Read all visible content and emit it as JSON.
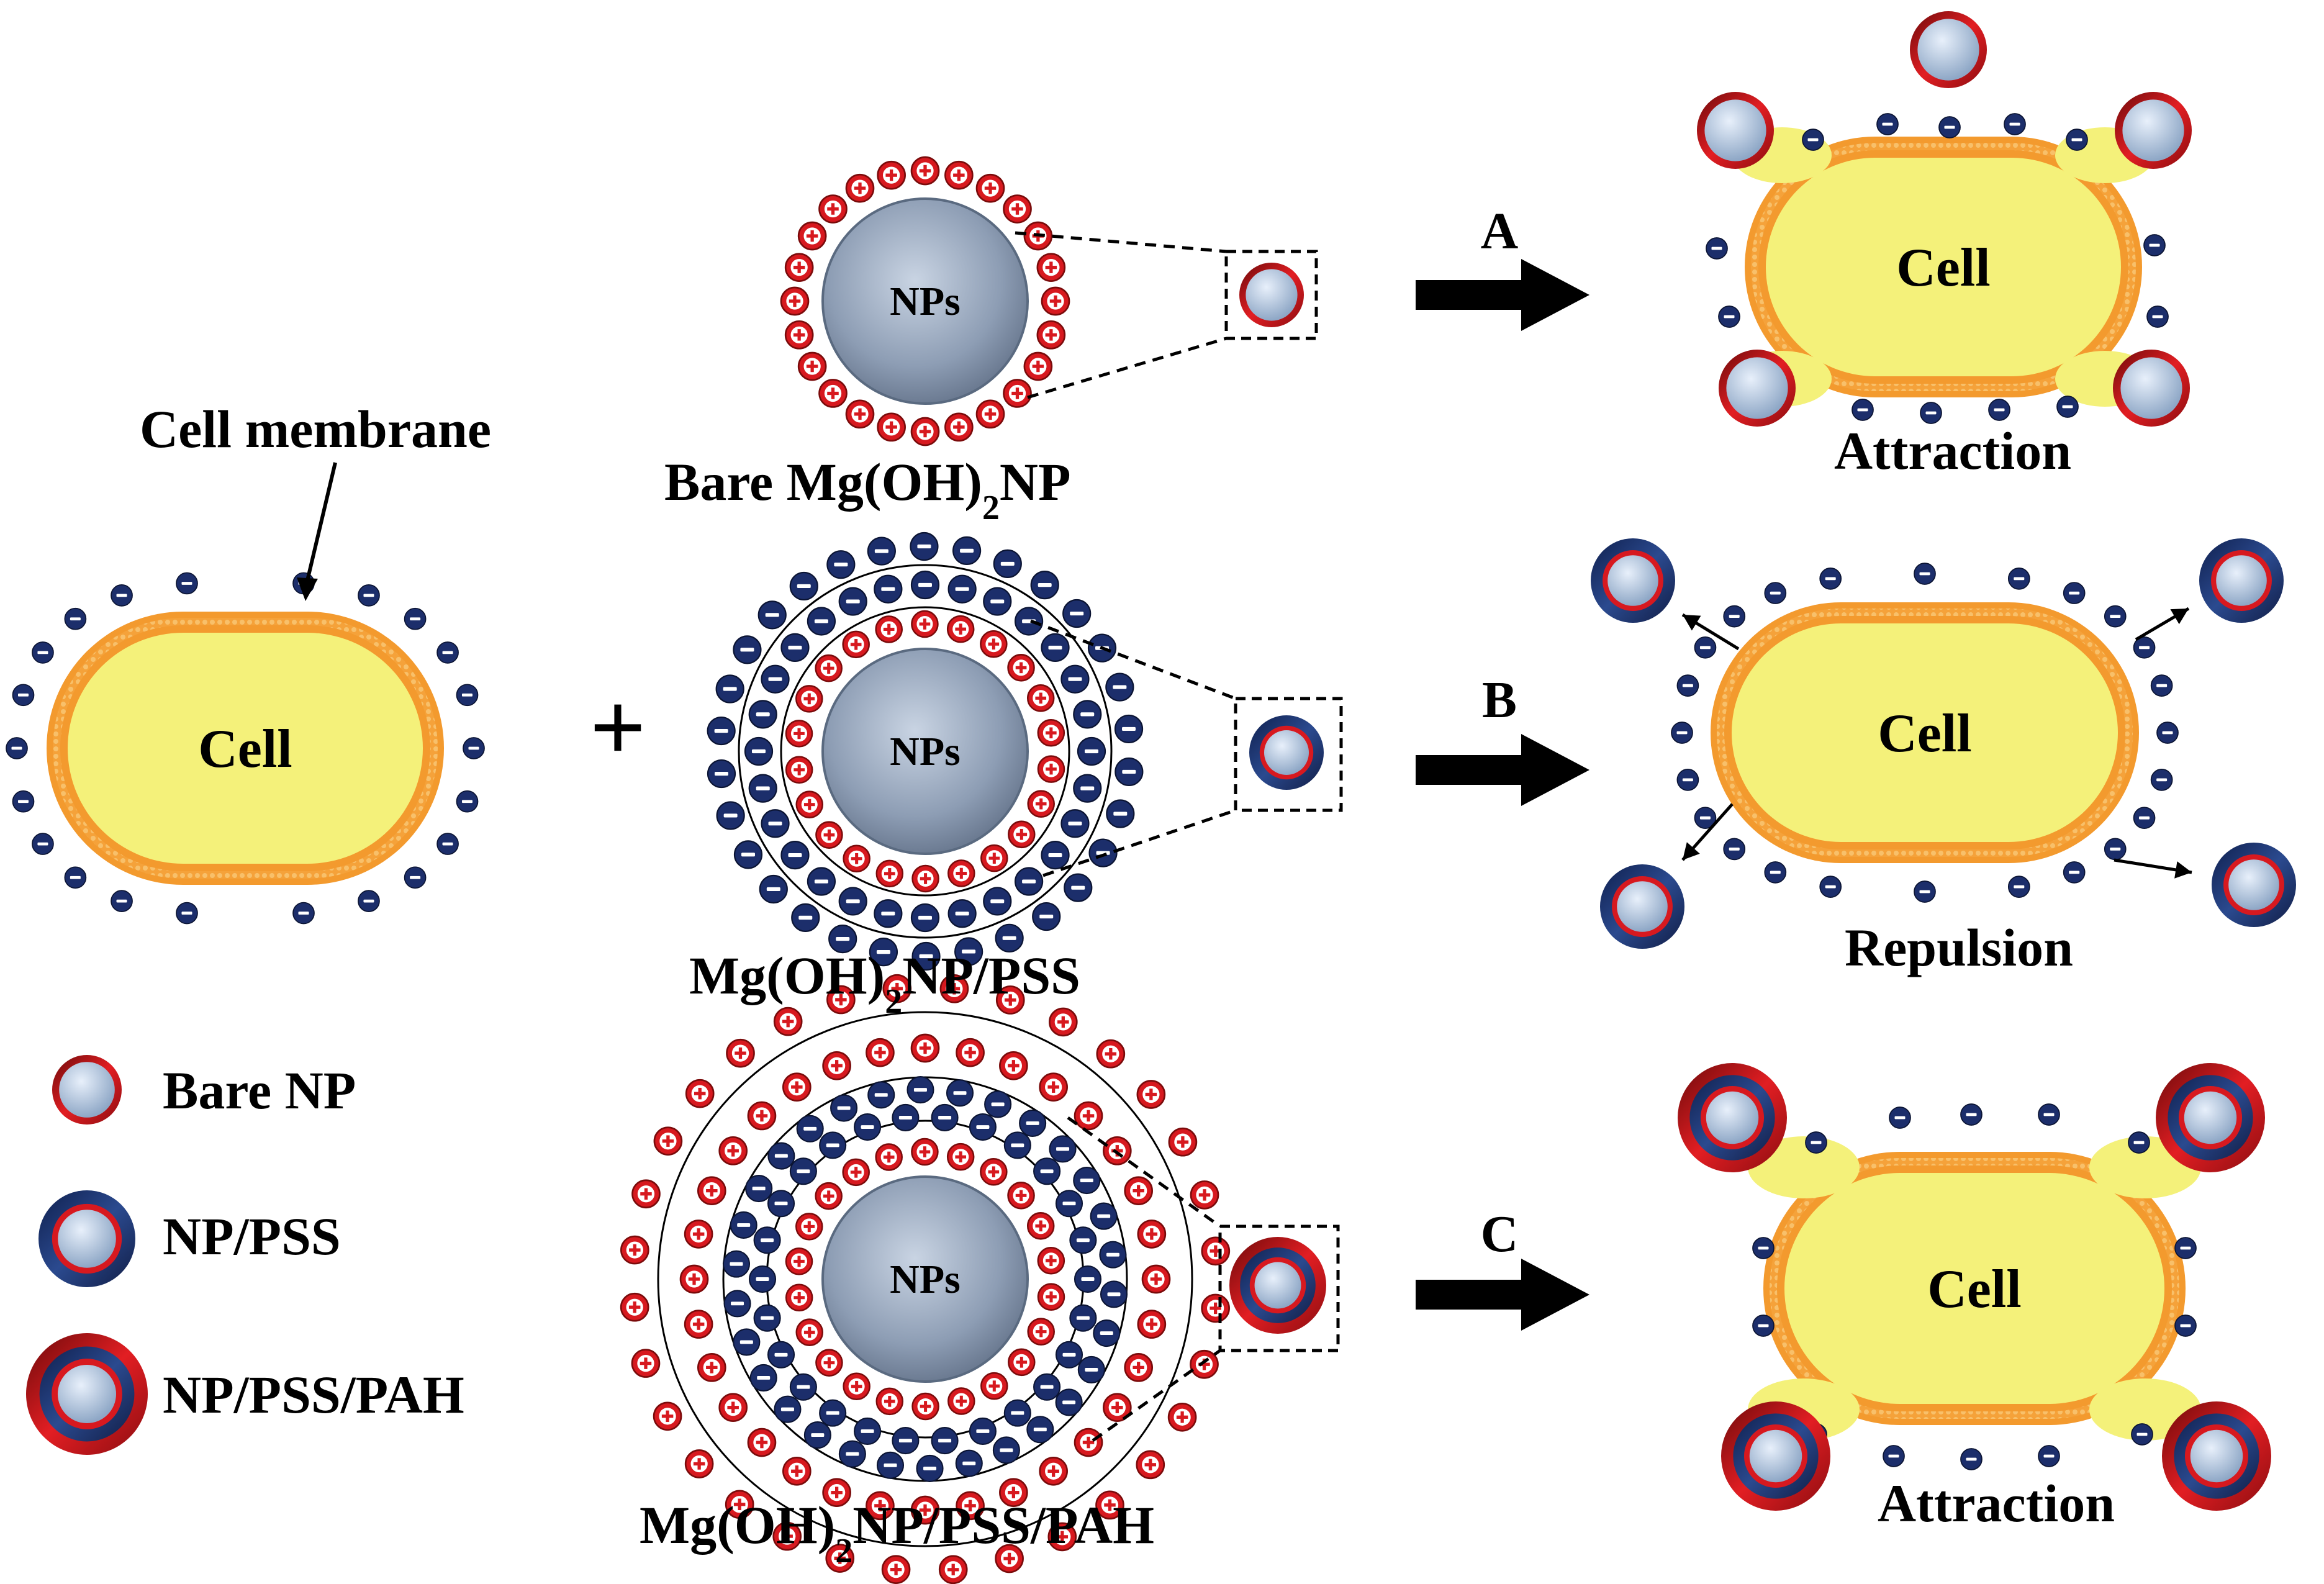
{
  "labels": {
    "cell_membrane": "Cell membrane",
    "cell": "Cell",
    "nps": "NPs",
    "bare_np_caption": "Bare Mg(OH)",
    "bare_np_caption_sub": "2",
    "bare_np_caption_tail": "NP",
    "pss_caption": "Mg(OH)",
    "pss_caption_sub": "2",
    "pss_caption_tail": "NP/PSS",
    "pah_caption": "Mg(OH)",
    "pah_caption_sub": "2",
    "pah_caption_tail": "NP/PSS/PAH",
    "plus": "+",
    "minus": "−"
  },
  "legend": {
    "bare": "Bare NP",
    "pss": "NP/PSS",
    "pah": "NP/PSS/PAH"
  },
  "pathways": [
    {
      "letter": "A",
      "outcome": "Attraction"
    },
    {
      "letter": "B",
      "outcome": "Repulsion"
    },
    {
      "letter": "C",
      "outcome": "Attraction"
    }
  ],
  "colors": {
    "cell_fill": "#f4f17a",
    "membrane": "#f39a2e",
    "positive": "#d7191f",
    "negative": "#1c2e6b",
    "np_core": "#a3b3c9"
  }
}
